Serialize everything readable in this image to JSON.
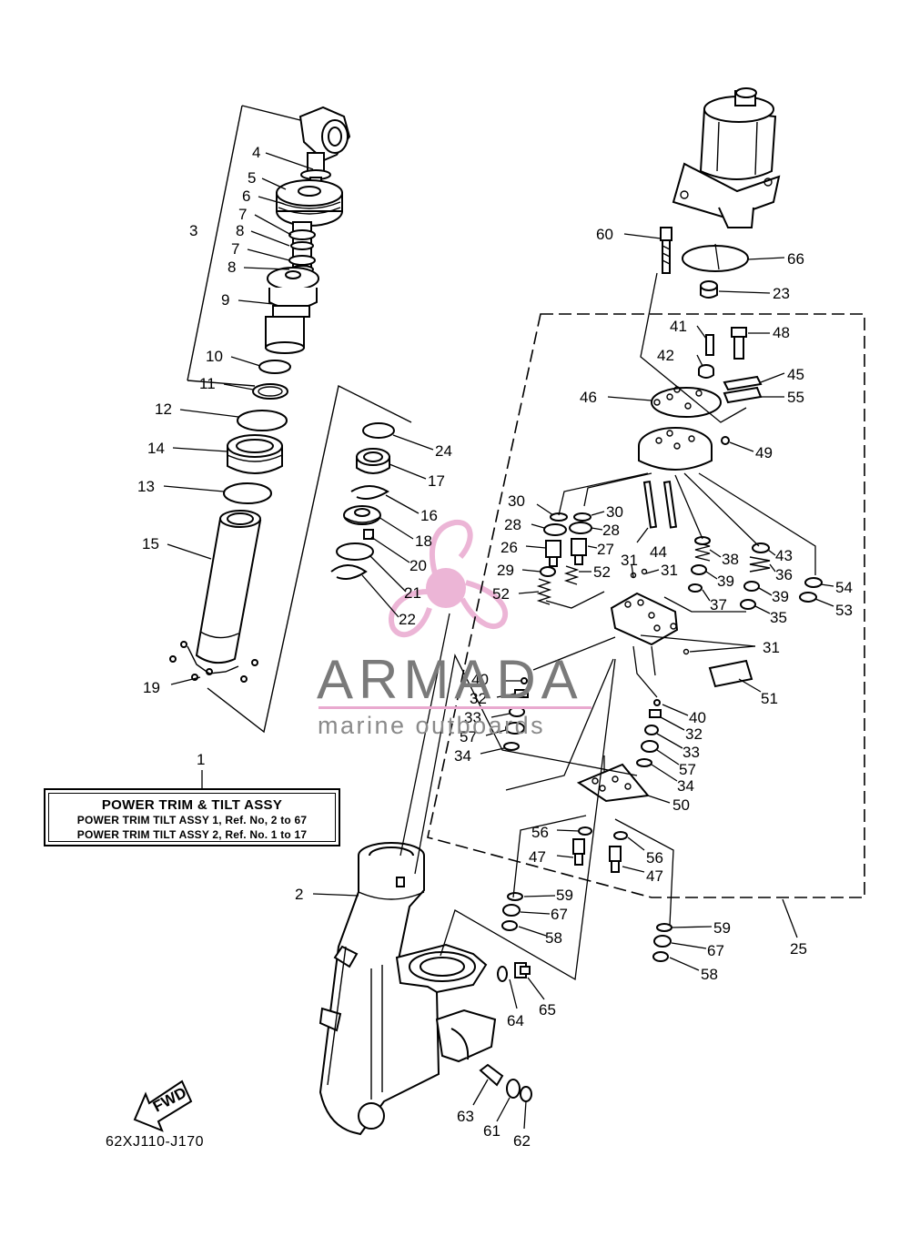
{
  "legend": {
    "label_no": "1",
    "title": "POWER TRIM & TILT ASSY",
    "row1": "POWER TRIM TILT ASSY 1,  Ref. No, 2 to 67",
    "row2": "POWER TRIM TILT ASSY 2,  Ref. No. 1 to 17"
  },
  "diagram_code": "62XJ110-J170",
  "fwd_label": "FWD",
  "watermark": {
    "brand": "ARMADA",
    "tagline": "marine outboards",
    "color": "#e9a9cf"
  },
  "callouts": {
    "c2": "2",
    "c3": "3",
    "c4": "4",
    "c5": "5",
    "c6": "6",
    "c7a": "7",
    "c7b": "7",
    "c8a": "8",
    "c8b": "8",
    "c9": "9",
    "c10": "10",
    "c11": "11",
    "c12": "12",
    "c13": "13",
    "c14": "14",
    "c15": "15",
    "c16": "16",
    "c17": "17",
    "c18": "18",
    "c19": "19",
    "c20": "20",
    "c21": "21",
    "c22": "22",
    "c23": "23",
    "c24": "24",
    "c25": "25",
    "c26": "26",
    "c27": "27",
    "c28a": "28",
    "c28b": "28",
    "c29": "29",
    "c30a": "30",
    "c30b": "30",
    "c31a": "31",
    "c31b": "31",
    "c31c": "31",
    "c32a": "32",
    "c32b": "32",
    "c33a": "33",
    "c33b": "33",
    "c34a": "34",
    "c34b": "34",
    "c35": "35",
    "c36": "36",
    "c37": "37",
    "c38": "38",
    "c39a": "39",
    "c39b": "39",
    "c40a": "40",
    "c40b": "40",
    "c41": "41",
    "c42": "42",
    "c43": "43",
    "c44": "44",
    "c45": "45",
    "c46": "46",
    "c47a": "47",
    "c47b": "47",
    "c48": "48",
    "c49": "49",
    "c50": "50",
    "c51": "51",
    "c52a": "52",
    "c52b": "52",
    "c53": "53",
    "c54": "54",
    "c55": "55",
    "c56a": "56",
    "c56b": "56",
    "c57a": "57",
    "c57b": "57",
    "c58a": "58",
    "c58b": "58",
    "c59a": "59",
    "c59b": "59",
    "c60": "60",
    "c61": "61",
    "c62": "62",
    "c63": "63",
    "c64": "64",
    "c65": "65",
    "c66": "66",
    "c67a": "67",
    "c67b": "67"
  }
}
